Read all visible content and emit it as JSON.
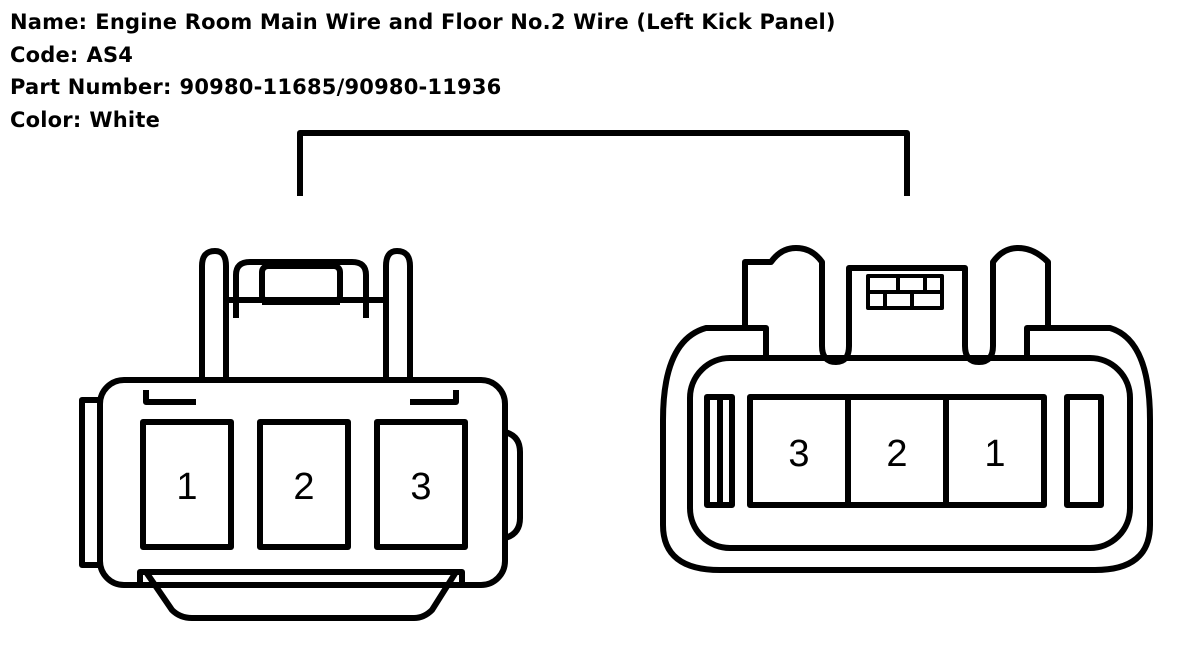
{
  "connector_info": {
    "name_label": "Name:",
    "name_value": "Engine Room Main Wire and Floor No.2 Wire (Left Kick Panel)",
    "code_label": "Code:",
    "code_value": "AS4",
    "part_label": "Part Number:",
    "part_value": "90980-11685/90980-11936",
    "color_label": "Color:",
    "color_value": "White"
  },
  "left_connector": {
    "pins": [
      "1",
      "2",
      "3"
    ]
  },
  "right_connector": {
    "pins": [
      "3",
      "2",
      "1"
    ]
  }
}
